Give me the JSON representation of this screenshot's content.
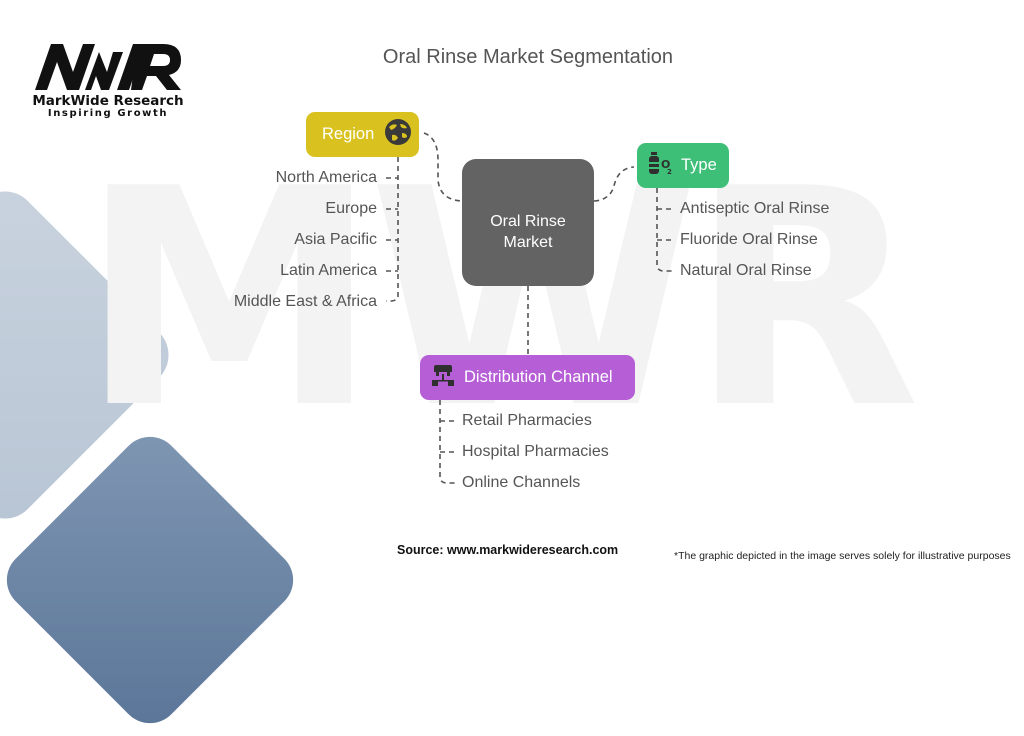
{
  "logo": {
    "mark": "MWR",
    "name": "MarkWide Research",
    "tagline": "Inspiring Growth"
  },
  "title": "Oral Rinse Market Segmentation",
  "center": {
    "line1": "Oral Rinse",
    "line2": "Market"
  },
  "categories": {
    "region": {
      "label": "Region",
      "icon": "globe-icon",
      "color": "#d9c21f",
      "items": [
        "North America",
        "Europe",
        "Asia Pacific",
        "Latin America",
        "Middle East & Africa"
      ]
    },
    "type": {
      "label": "Type",
      "icon": "oxygen-cylinder-icon",
      "color": "#3dbf78",
      "items": [
        "Antiseptic Oral Rinse",
        "Fluoride Oral Rinse",
        "Natural Oral Rinse"
      ]
    },
    "distribution": {
      "label": "Distribution Channel",
      "icon": "network-hierarchy-icon",
      "color": "#b65ed6",
      "items": [
        "Retail Pharmacies",
        "Hospital Pharmacies",
        "Online Channels"
      ]
    }
  },
  "center_color": "#636363",
  "footer": {
    "source": "Source: www.markwideresearch.com",
    "disclaimer": "*The graphic depicted in the image serves solely for illustrative purposes"
  }
}
